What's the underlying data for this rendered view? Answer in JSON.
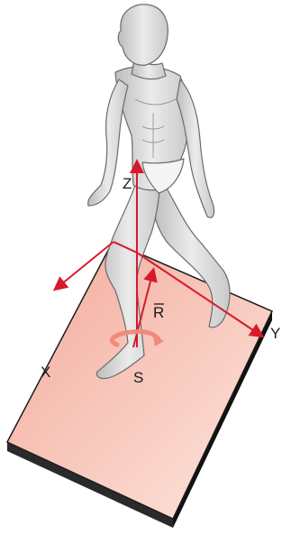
{
  "figure": {
    "axis_x_label": "X",
    "axis_y_label": "Y",
    "axis_z_label": "Z",
    "reaction_label": "R",
    "origin_label": "S"
  },
  "colors": {
    "axis_red": "#d61a2b",
    "plate_top_light": "#fde3da",
    "plate_top_dark": "#f3a99a",
    "plate_edge": "#1c1c1c",
    "figure_fill": "#d9d9d9",
    "figure_stroke": "#6b6b6b",
    "moment_arrow": "#f08a7c"
  }
}
